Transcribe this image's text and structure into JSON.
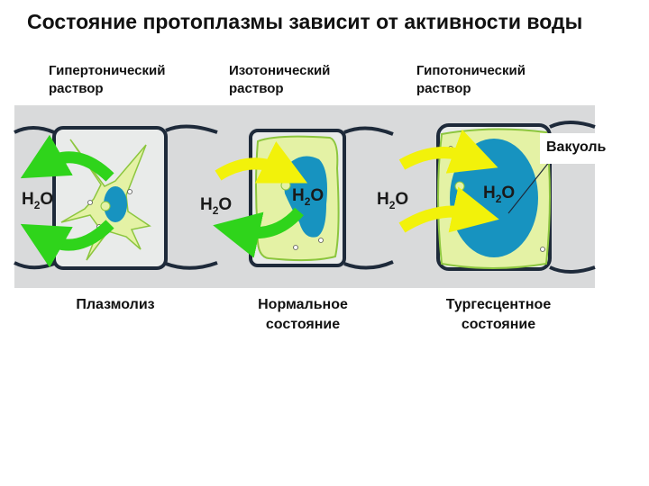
{
  "title": "Состояние протоплазмы зависит от активности воды",
  "solutions": [
    {
      "label_line1": "Гипертонический",
      "label_line2": "раствор"
    },
    {
      "label_line1": "Изотонический",
      "label_line2": "раствор"
    },
    {
      "label_line1": "Гипотонический",
      "label_line2": "раствор"
    }
  ],
  "water_label": {
    "main": "H",
    "sub": "2",
    "tail": "O"
  },
  "vacuole_label": "Вакуоль",
  "states": [
    {
      "line1": "Плазмолиз",
      "line2": ""
    },
    {
      "line1": "Нормальное",
      "line2": "состояние"
    },
    {
      "line1": "Тургесцентное",
      "line2": "состояние"
    }
  ],
  "colors": {
    "background_panel": "#d9dadb",
    "cell_wall": "#1e2a3a",
    "cytoplasm": "#e4f2a5",
    "vacuole": "#1793c0",
    "arrow_green": "#2fd41b",
    "arrow_yellow": "#f2f20a"
  }
}
